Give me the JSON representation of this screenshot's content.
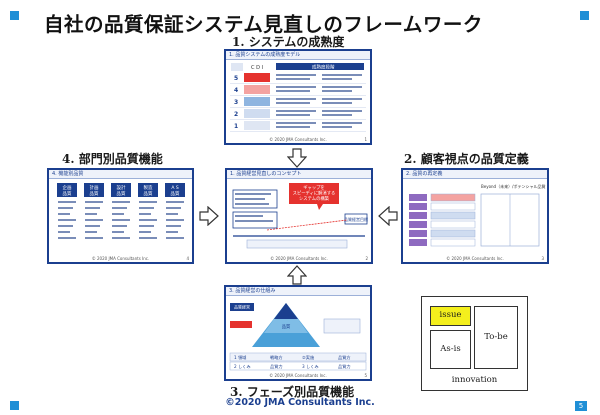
{
  "title": "自社の品質保証システム見直しのフレームワーク",
  "labels": {
    "maturity": "1. システムの成熟度",
    "customer": "2. 顧客視点の品質定義",
    "phase": "3. フェーズ別品質機能",
    "department": "4. 部門別品質機能"
  },
  "thumbs": {
    "maturity": {
      "header": "1. 品質システムの成熟度モデル",
      "footer": "© 2020 JMA Consultants Inc.",
      "page": "1",
      "levels": [
        "5",
        "4",
        "3",
        "2",
        "1"
      ]
    },
    "department": {
      "header": "4. 機能別品質",
      "footer": "© 2020 JMA Consultants Inc.",
      "page": "4",
      "columns": [
        "企画\n品質",
        "計画\n品質",
        "設計\n品質",
        "製造\n品質",
        "A S\n品質"
      ]
    },
    "center": {
      "header": "1. 品質経営見直しのコンセプト",
      "footer": "© 2020 JMA Consultants Inc.",
      "page": "2",
      "callout": "ギャップを\nスピーディに解消する\nシステムの構築",
      "caption": "品質経営目標"
    },
    "customer": {
      "header": "2. 品質の再定義",
      "footer": "© 2020 JMA Consultants Inc.",
      "page": "3",
      "subhead": "Beyond（未来）/ポテンシャル品質"
    },
    "phase": {
      "header": "3. 品質経営の仕組み",
      "footer": "© 2020 JMA Consultants Inc.",
      "page": "5",
      "pyramid_tag": "品質経営",
      "pyramid_mid": "品質",
      "rows": [
        [
          "1 領域",
          "戦略方",
          "②実施",
          "品質方"
        ],
        [
          "2 しくみ",
          "品質力",
          "3 しくみ",
          "品質力"
        ]
      ]
    }
  },
  "innovation": {
    "issue": "issue",
    "asis": "As-is",
    "tobe": "To-be",
    "label": "innovation"
  },
  "copyright": "©2020 JMA Consultants Inc.",
  "page_number": "5",
  "colors": {
    "accent": "#1f8fd6",
    "frame": "#1b3f8f",
    "issue_fill": "#f4ef1d",
    "callout_fill": "#e5322e"
  }
}
